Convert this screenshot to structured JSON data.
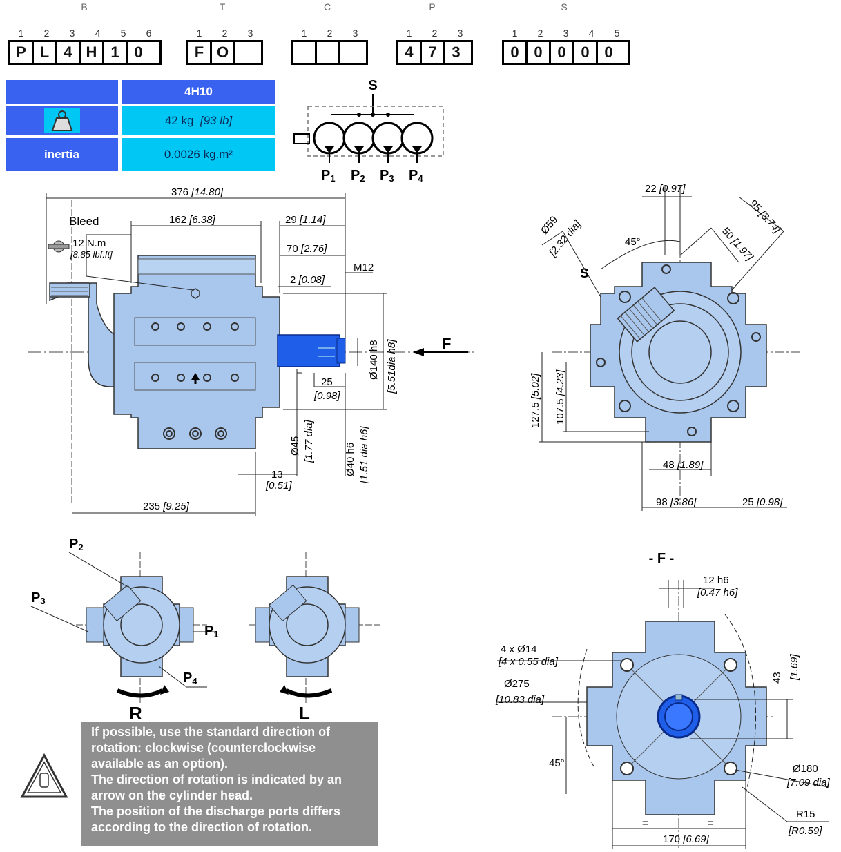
{
  "code": {
    "groups": [
      {
        "letter": "B",
        "digits": [
          "1",
          "2",
          "3",
          "4",
          "5",
          "6"
        ],
        "values": [
          "P",
          "L",
          "4",
          "H",
          "1",
          "0"
        ]
      },
      {
        "letter": "T",
        "digits": [
          "1",
          "2",
          "3"
        ],
        "values": [
          "F",
          "O",
          ""
        ]
      },
      {
        "letter": "C",
        "digits": [
          "1",
          "2",
          "3"
        ],
        "values": [
          "",
          "",
          ""
        ]
      },
      {
        "letter": "P",
        "digits": [
          "1",
          "2",
          "3"
        ],
        "values": [
          "4",
          "7",
          "3"
        ]
      },
      {
        "letter": "S",
        "digits": [
          "1",
          "2",
          "3",
          "4",
          "5"
        ],
        "values": [
          "0",
          "0",
          "0",
          "0",
          "0"
        ]
      }
    ]
  },
  "spec_table": {
    "model": "4H10",
    "weight": "42 kg",
    "weight_imperial": "[93 lb]",
    "inertia_label": "inertia",
    "inertia_value": "0.0026 kg.m²"
  },
  "schematic": {
    "supply_label": "S",
    "ports": [
      "P",
      "P",
      "P",
      "P"
    ],
    "port_subscripts": [
      "1",
      "2",
      "3",
      "4"
    ]
  },
  "side_view": {
    "overall": "376",
    "overall_in": "[14.80]",
    "bleed": "Bleed",
    "torque": "12 N.m",
    "torque_in": "[8.85 lbf.ft]",
    "d162": "162",
    "d162_in": "[6.38]",
    "d29": "29",
    "d29_in": "[1.14]",
    "d70": "70",
    "d70_in": "[2.76]",
    "d2": "2",
    "d2_in": "[0.08]",
    "thread": "M12",
    "view_label": "F",
    "d140": "Ø140 h8",
    "d140_in": "[5.51dia h8]",
    "d25": "25",
    "d25_in": "[0.98]",
    "d45": "Ø45",
    "d45_in": "[1.77 dia]",
    "d40": "Ø40 h6",
    "d40_in": "[1.51 dia h6]",
    "d13": "13",
    "d13_in": "[0.51]",
    "d235": "235",
    "d235_in": "[9.25]"
  },
  "rear_view": {
    "d22": "22",
    "d22_in": "[0.97]",
    "d95": "95",
    "d95_in": "[3.74]",
    "d59": "Ø59",
    "d59_in": "[2.32 dia]",
    "d50": "50",
    "d50_in": "[1.97]",
    "angle": "45°",
    "s_label": "S",
    "d127": "127.5",
    "d127_in": "[5.02]",
    "d107": "107.5",
    "d107_in": "[4.23]",
    "d48": "48",
    "d48_in": "[1.89]",
    "d98": "98",
    "d98_in": "[3.86]",
    "d25": "25",
    "d25_in": "[0.98]"
  },
  "front_view": {
    "title": "- F -",
    "key": "12 h6",
    "key_in": "[0.47 h6]",
    "holes": "4 x Ø14",
    "holes_in": "[4 x 0.55 dia]",
    "pcd": "Ø275",
    "pcd_in": "[10.83 dia]",
    "d43": "43",
    "d43_in": "[1.69]",
    "angle": "45°",
    "d180": "Ø180",
    "d180_in": "[7.09 dia]",
    "r15": "R15",
    "r15_in": "[R0.59]",
    "eq": "=",
    "d170": "170",
    "d170_in": "[6.69]"
  },
  "rotation": {
    "p2": "P",
    "p2_sub": "2",
    "p3": "P",
    "p3_sub": "3",
    "p1": "P",
    "p1_sub": "1",
    "p4": "P",
    "p4_sub": "4",
    "right": "R",
    "left": "L"
  },
  "note": {
    "lines": [
      "If possible, use the standard direction of",
      "rotation:  clockwise (counterclockwise",
      "available as an option).",
      "The direction of rotation is indicated by an",
      "arrow on the cylinder head.",
      "The position of the discharge ports differs",
      "according to the direction of rotation."
    ]
  },
  "colors": {
    "body": "#a9c6ec",
    "shaft": "#1e5ee8",
    "table_dark": "#3a62f0",
    "table_light": "#00c7f3",
    "note_bg": "#8f8f8f"
  }
}
